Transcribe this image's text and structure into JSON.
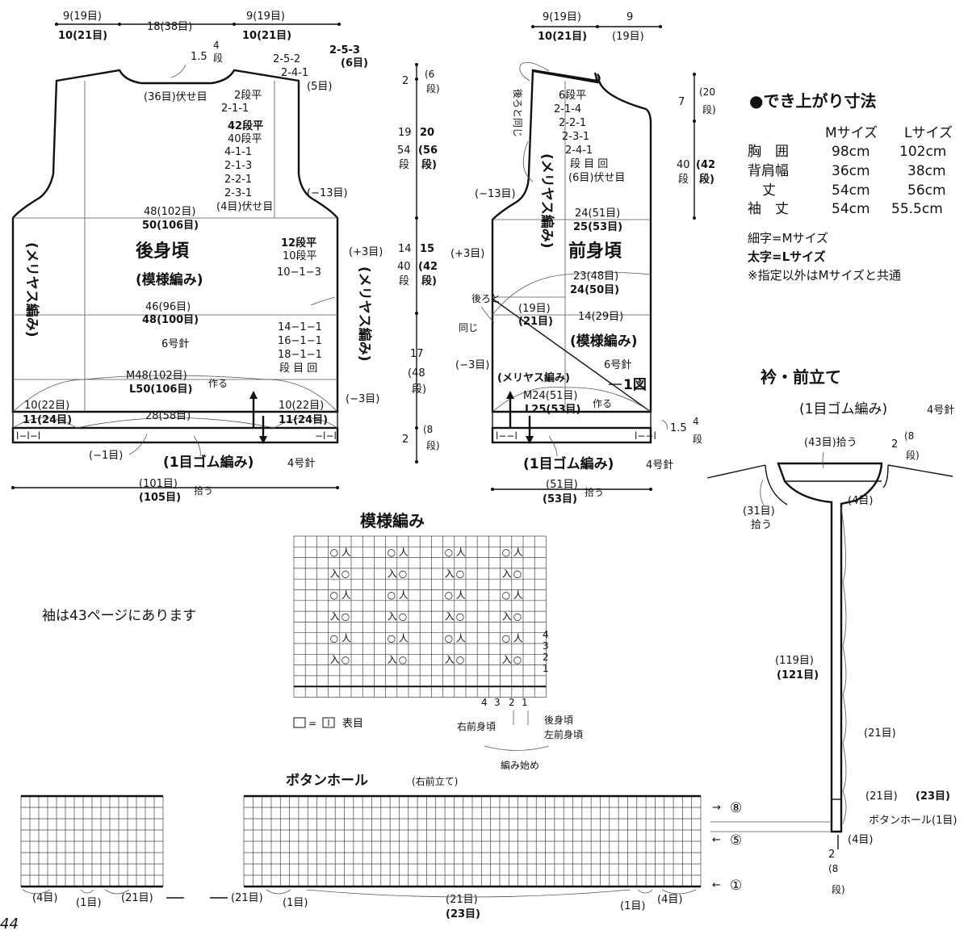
{
  "page_number": "44",
  "back_body": {
    "title": "後身頃",
    "subtitle": "(模様編み)",
    "side_label": "(メリヤス編み)",
    "top": {
      "shoulder_m": "9(19目)",
      "shoulder_l": "10(21目)",
      "neck_m": "18(38目)",
      "shoulder2_m": "9(19目)",
      "shoulder2_l": "10(21目)"
    },
    "neck_shaping": [
      "1.5",
      "4段"
    ],
    "neck_bindoff": "(36目)伏せ目",
    "shoulder_shaping_m": [
      "2-5-2",
      "2-4-1",
      "(5目)"
    ],
    "shoulder_shaping_l": [
      "2-5-3",
      "(6目)"
    ],
    "armhole": [
      "2段平",
      "2-1-1",
      "42段平",
      "40段平",
      "4-1-1",
      "2-1-3",
      "2-2-1",
      "2-3-1",
      "(4目)伏せ目"
    ],
    "armhole_dec": "(−13目)",
    "chest_m": "48(102目)",
    "chest_l": "50(106目)",
    "side_shaping": [
      "12段平",
      "10段平",
      "10−1−3"
    ],
    "side_inc": "(+3目)",
    "waist_m": "46(96目)",
    "waist_l": "48(100目)",
    "needle": "6号針",
    "lower_shaping": [
      "14−1−1",
      "16−1−1",
      "18−1−1",
      "段 目 回"
    ],
    "cast_on_m": "M48(102目)",
    "cast_on_l": "L50(106目)",
    "make": "作る",
    "hem_dec": "(−3目)",
    "bottom": {
      "left_m": "10(22目)",
      "left_l": "11(24目)",
      "center": "28(58目)",
      "right_m": "10(22目)",
      "right_l": "11(24目)"
    },
    "rib_dec": "(−1目)",
    "rib_label": "(1目ゴム編み)",
    "rib_needle": "4号針",
    "pickup_m": "(101目)",
    "pickup_l": "(105目)",
    "pickup": "拾う"
  },
  "vertical_dims": {
    "top_2": "2",
    "top_rows": [
      "(6",
      "段)"
    ],
    "armhole_m": "19",
    "armhole_l": "20",
    "armhole_rows_m": [
      "54",
      "段"
    ],
    "armhole_rows_l": [
      "(56",
      "段)"
    ],
    "side_m": "14",
    "side_l": "15",
    "side_rows_m": [
      "40",
      "段"
    ],
    "side_rows_l": [
      "(42",
      "段)"
    ],
    "lower": "17",
    "lower_rows": [
      "(48",
      "段)"
    ],
    "rib": "2",
    "rib_rows": [
      "(8",
      "段)"
    ]
  },
  "front_body": {
    "title": "前身頃",
    "subtitle": "(模様編み)",
    "side_label": "(メリヤス編み)",
    "side_note": "後ろと同じ",
    "top": {
      "shoulder_m": "9(19目)",
      "shoulder_l": "10(21目)",
      "neck": "9",
      "neck_sts": "(19目)"
    },
    "neck_shaping": [
      "6段平",
      "2-1-4",
      "2-2-1",
      "2-3-1",
      "2-4-1",
      "段 目 回",
      "(6目)伏せ目"
    ],
    "armhole_dec": "(−13目)",
    "vert_7": "7",
    "vert_7_rows": [
      "(20",
      "段)"
    ],
    "vert_40": [
      "40",
      "段"
    ],
    "vert_42": [
      "(42",
      "段)"
    ],
    "chest_m": "24(51目)",
    "chest_l": "25(53目)",
    "side_inc": "(+3目)",
    "waist_m": "23(48目)",
    "waist_l": "24(50目)",
    "side_note2": "後ろと同じ",
    "pattern_sts_m": "(19目)",
    "pattern_sts_l": "(21目)",
    "pattern_width": "14(29目)",
    "hem_dec": "(−3目)",
    "stock_label": "(メリヤス編み)",
    "needle": "6号針",
    "fig": "1図",
    "cast_on_m": "M24(51目)",
    "cast_on_l": "L25(53目)",
    "make": "作る",
    "rib_h": "1.5",
    "rib_rows": [
      "4",
      "段"
    ],
    "rib_label": "(1目ゴム編み)",
    "rib_needle": "4号針",
    "pickup_m": "(51目)",
    "pickup_l": "(53目)",
    "pickup": "拾う"
  },
  "finished_sizes": {
    "title": "●でき上がり寸法",
    "col_m": "Mサイズ",
    "col_l": "Lサイズ",
    "rows": [
      {
        "label": "胸　囲",
        "m": "98cm",
        "l": "102cm"
      },
      {
        "label": "背肩幅",
        "m": "36cm",
        "l": "38cm"
      },
      {
        "label": "丈",
        "m": "54cm",
        "l": "56cm"
      },
      {
        "label": "袖　丈",
        "m": "54cm",
        "l": "55.5cm"
      }
    ],
    "note1": "細字=Mサイズ",
    "note2": "太字=Lサイズ",
    "note3": "※指定以外はMサイズと共通"
  },
  "collar": {
    "title": "衿・前立て",
    "subtitle": "(1目ゴム編み)",
    "needle": "4号針",
    "back_pickup": "(43目)拾う",
    "top_h": "2",
    "top_rows": [
      "(8",
      "段)"
    ],
    "neck_sts": "(4目)",
    "side_pickup": "(31目)",
    "side_pickup2": "拾う",
    "front_m": "(119目)",
    "front_l": "(121目)",
    "spacing1": "(21目)",
    "spacing2_m": "(21目)",
    "spacing2_l": "(23目)",
    "buttonhole": "ボタンホール(1目)",
    "bottom_sts": "(4目)",
    "bottom_h": "2",
    "bottom_rows": [
      "(8",
      "段)"
    ]
  },
  "pattern_chart": {
    "title": "模様編み",
    "row_labels": [
      "4",
      "3",
      "2",
      "1"
    ],
    "col_labels": [
      "4",
      "3",
      "2",
      "1"
    ],
    "legend": "表目",
    "right_front": "右前身頃",
    "back_left": [
      "後身頃",
      "左前身頃"
    ],
    "start": "編み始め"
  },
  "sleeve_note": "袖は43ページにあります",
  "buttonhole_chart": {
    "title": "ボタンホール",
    "subtitle": "(右前立て)",
    "row_labels": [
      "⑧",
      "⑤",
      "①"
    ],
    "bottom_labels": [
      "(4目)",
      "(1目)",
      "(21目)",
      "(21目)",
      "(1目)",
      "(21目)",
      "(23目)",
      "(1目)",
      "(4目)"
    ]
  }
}
